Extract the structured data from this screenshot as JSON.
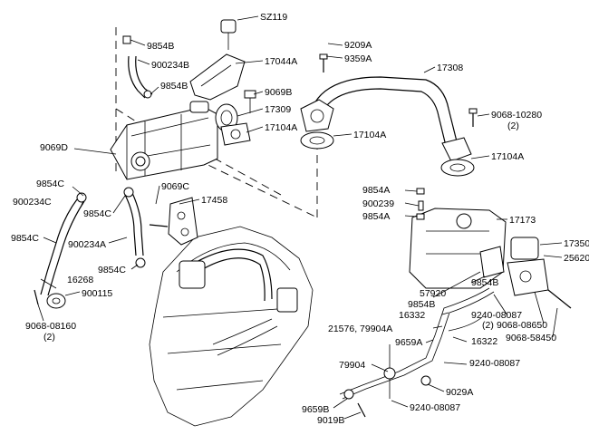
{
  "labels": {
    "sz119": "SZ119",
    "p9854b_top": "9854B",
    "p900234b": "900234B",
    "p17044a": "17044A",
    "p9854b_mid": "9854B",
    "p9069b": "9069B",
    "p17309": "17309",
    "p17104a_left": "17104A",
    "p9209a": "9209A",
    "p9359a": "9359A",
    "p17308": "17308",
    "p9068_10280": "9068-10280",
    "p9068_10280_qty": "(2)",
    "p17104a_mid": "17104A",
    "p17104a_right": "17104A",
    "p9069d": "9069D",
    "p9854c_a": "9854C",
    "p900234c": "900234C",
    "p9854c_b": "9854C",
    "p9069c": "9069C",
    "p17458": "17458",
    "p9854c_c": "9854C",
    "p900234a": "900234A",
    "p9854c_d": "9854C",
    "p16268": "16268",
    "p900115": "900115",
    "p9068_08160": "9068-08160",
    "p9068_08160_qty": "(2)",
    "p9854a_top": "9854A",
    "p900239": "900239",
    "p9854a_bot": "9854A",
    "p17173": "17173",
    "p17350": "17350",
    "p25620": "25620",
    "p9854b_right": "9854B",
    "p57920": "57920",
    "p9854b_right2": "9854B",
    "p16332": "16332",
    "p9240_08087_a": "9240-08087",
    "p9240_08087_a_qty": "(2)",
    "p9068_08650": "9068-08650",
    "p21576": "21576, 79904A",
    "p16322": "16322",
    "p9068_58450": "9068-58450",
    "p9659a": "9659A",
    "p79904": "79904",
    "p9240_08087_b": "9240-08087",
    "p9029a": "9029A",
    "p9659b": "9659B",
    "p9019b": "9019B",
    "p9240_08087_c": "9240-08087"
  }
}
